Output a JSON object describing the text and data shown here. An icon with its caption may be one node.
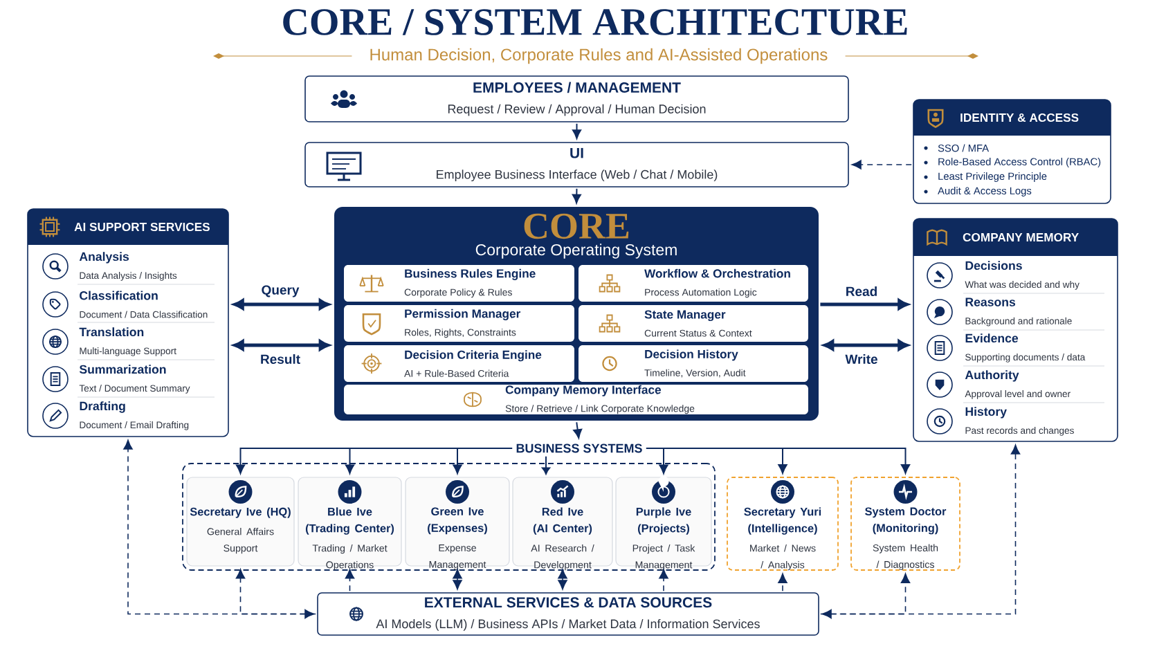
{
  "diagram": {
    "title": "CORE / SYSTEM ARCHITECTURE",
    "nodes": [
      {
        "text": [
          "EMPLOYEES / MANAGEMENT",
          "Request / Review / Approval / Human Decision"
        ]
      },
      {
        "text": [
          "UI",
          "Employee Business Interface (Web / Chat / Mobile)"
        ]
      },
      {
        "text": [
          "IDENTITY & ACCESS",
          "SSO / MFA",
          "Role-Based Access Control (RBAC)",
          "Least Privilege Principle",
          "Audit & Access Logs"
        ]
      },
      {
        "text": [
          "AI SUPPORT SERVICES"
        ]
      },
      {
        "text": [
          "Analysis",
          "Data Analysis / Insights"
        ],
        "in": 3
      },
      {
        "text": [
          "Classification",
          "Document / Data Classification"
        ],
        "in": 3
      },
      {
        "text": [
          "Translation",
          "Multi-language Support"
        ],
        "in": 3
      },
      {
        "text": [
          "Summarization",
          "Text / Document Summary"
        ],
        "in": 3
      },
      {
        "text": [
          "Drafting",
          "Document / Email Drafting"
        ],
        "in": 3
      },
      {
        "text": [
          "CORE",
          "Corporate Operating System"
        ]
      },
      {
        "text": [
          "Business Rules Engine",
          "Corporate Policy & Rules"
        ],
        "in": 9
      },
      {
        "text": [
          "Workflow & Orchestration",
          "Process Automation Logic"
        ],
        "in": 9
      },
      {
        "text": [
          "Permission Manager",
          "Roles, Rights, Constraints"
        ],
        "in": 9
      },
      {
        "text": [
          "State Manager",
          "Current Status & Context"
        ],
        "in": 9
      },
      {
        "text": [
          "Decision Criteria Engine",
          "AI + Rule-Based Criteria"
        ],
        "in": 9
      },
      {
        "text": [
          "Decision History",
          "Timeline, Version, Audit"
        ],
        "in": 9
      },
      {
        "text": [
          "Company Memory Interface",
          "Store / Retrieve / Link Corporate Knowledge"
        ],
        "in": 9
      },
      {
        "text": [
          "COMPANY MEMORY"
        ]
      },
      {
        "text": [
          "Decisions",
          "What was decided and why"
        ],
        "in": 17
      },
      {
        "text": [
          "Reasons",
          "Background and rationale"
        ],
        "in": 17
      },
      {
        "text": [
          "Evidence",
          "Supporting documents / data"
        ],
        "in": 17
      },
      {
        "text": [
          "Authority",
          "Approval level and owner"
        ],
        "in": 17
      },
      {
        "text": [
          "History",
          "Past records and changes"
        ],
        "in": 17
      },
      {
        "text": [
          "BUSINESS SYSTEMS"
        ]
      },
      {
        "text": [],
        "shape": "box"
      },
      {
        "text": [
          "Secretary Ive (HQ)",
          "General Affairs Support"
        ],
        "in": 24
      },
      {
        "text": [
          "Blue Ive (Trading Center)",
          "Trading / Market Operations"
        ],
        "in": 24
      },
      {
        "text": [
          "Green Ive (Expenses)",
          "Expense Management"
        ],
        "in": 24
      },
      {
        "text": [
          "Red Ive (AI Center)",
          "AI Research / Development"
        ],
        "in": 24
      },
      {
        "text": [
          "Purple Ive (Projects)",
          "Project / Task Management"
        ],
        "in": 24
      },
      {
        "text": [
          "Secretary Yuri (Intelligence)",
          "Market / News / Analysis"
        ]
      },
      {
        "text": [
          "System Doctor (Monitoring)",
          "System Health / Diagnostics"
        ]
      },
      {
        "text": [
          "EXTERNAL SERVICES & DATA SOURCES",
          "AI Models (LLM) / Business APIs / Market Data / Information Services"
        ]
      }
    ],
    "edges": [
      {
        "from": 0,
        "to": 1,
        "arrow": "to"
      },
      {
        "from": 1,
        "to": 9,
        "arrow": "to"
      },
      {
        "from": 2,
        "to": 1,
        "arrow": "to",
        "style": "dashed"
      },
      {
        "from": 3,
        "to": 9,
        "arrow": "both",
        "label": "Query",
        "style": "thick"
      },
      {
        "from": 3,
        "to": 9,
        "arrow": "both",
        "label": "Result",
        "style": "thick"
      },
      {
        "from": 9,
        "to": 17,
        "arrow": "to",
        "label": "Read",
        "style": "thick"
      },
      {
        "from": 9,
        "to": 17,
        "arrow": "both",
        "label": "Write",
        "style": "thick"
      },
      {
        "from": 9,
        "to": 23,
        "arrow": "to"
      },
      {
        "from": 23,
        "to": 25,
        "arrow": "to"
      },
      {
        "from": 23,
        "to": 26,
        "arrow": "to"
      },
      {
        "from": 23,
        "to": 27,
        "arrow": "to"
      },
      {
        "from": 23,
        "to": 28,
        "arrow": "to"
      },
      {
        "from": 23,
        "to": 29,
        "arrow": "to"
      },
      {
        "from": 23,
        "to": 30,
        "arrow": "to"
      },
      {
        "from": 23,
        "to": 31,
        "arrow": "to"
      },
      {
        "from": 32,
        "to": 3,
        "arrow": "both",
        "style": "dashed"
      },
      {
        "from": 32,
        "to": 17,
        "arrow": "both",
        "style": "dashed"
      },
      {
        "from": 32,
        "to": 25,
        "arrow": "to",
        "style": "dashed"
      },
      {
        "from": 32,
        "to": 26,
        "arrow": "to",
        "style": "dashed"
      },
      {
        "from": 32,
        "to": 27,
        "arrow": "both",
        "style": "dashed"
      },
      {
        "from": 32,
        "to": 28,
        "arrow": "both",
        "style": "dashed"
      },
      {
        "from": 32,
        "to": 29,
        "arrow": "to",
        "style": "dashed"
      },
      {
        "from": 32,
        "to": 30,
        "arrow": "to",
        "style": "dashed"
      },
      {
        "from": 32,
        "to": 31,
        "arrow": "to",
        "style": "dashed"
      }
    ],
    "labels": [
      "Human Decision, Corporate Rules and AI-Assisted Operations"
    ]
  }
}
